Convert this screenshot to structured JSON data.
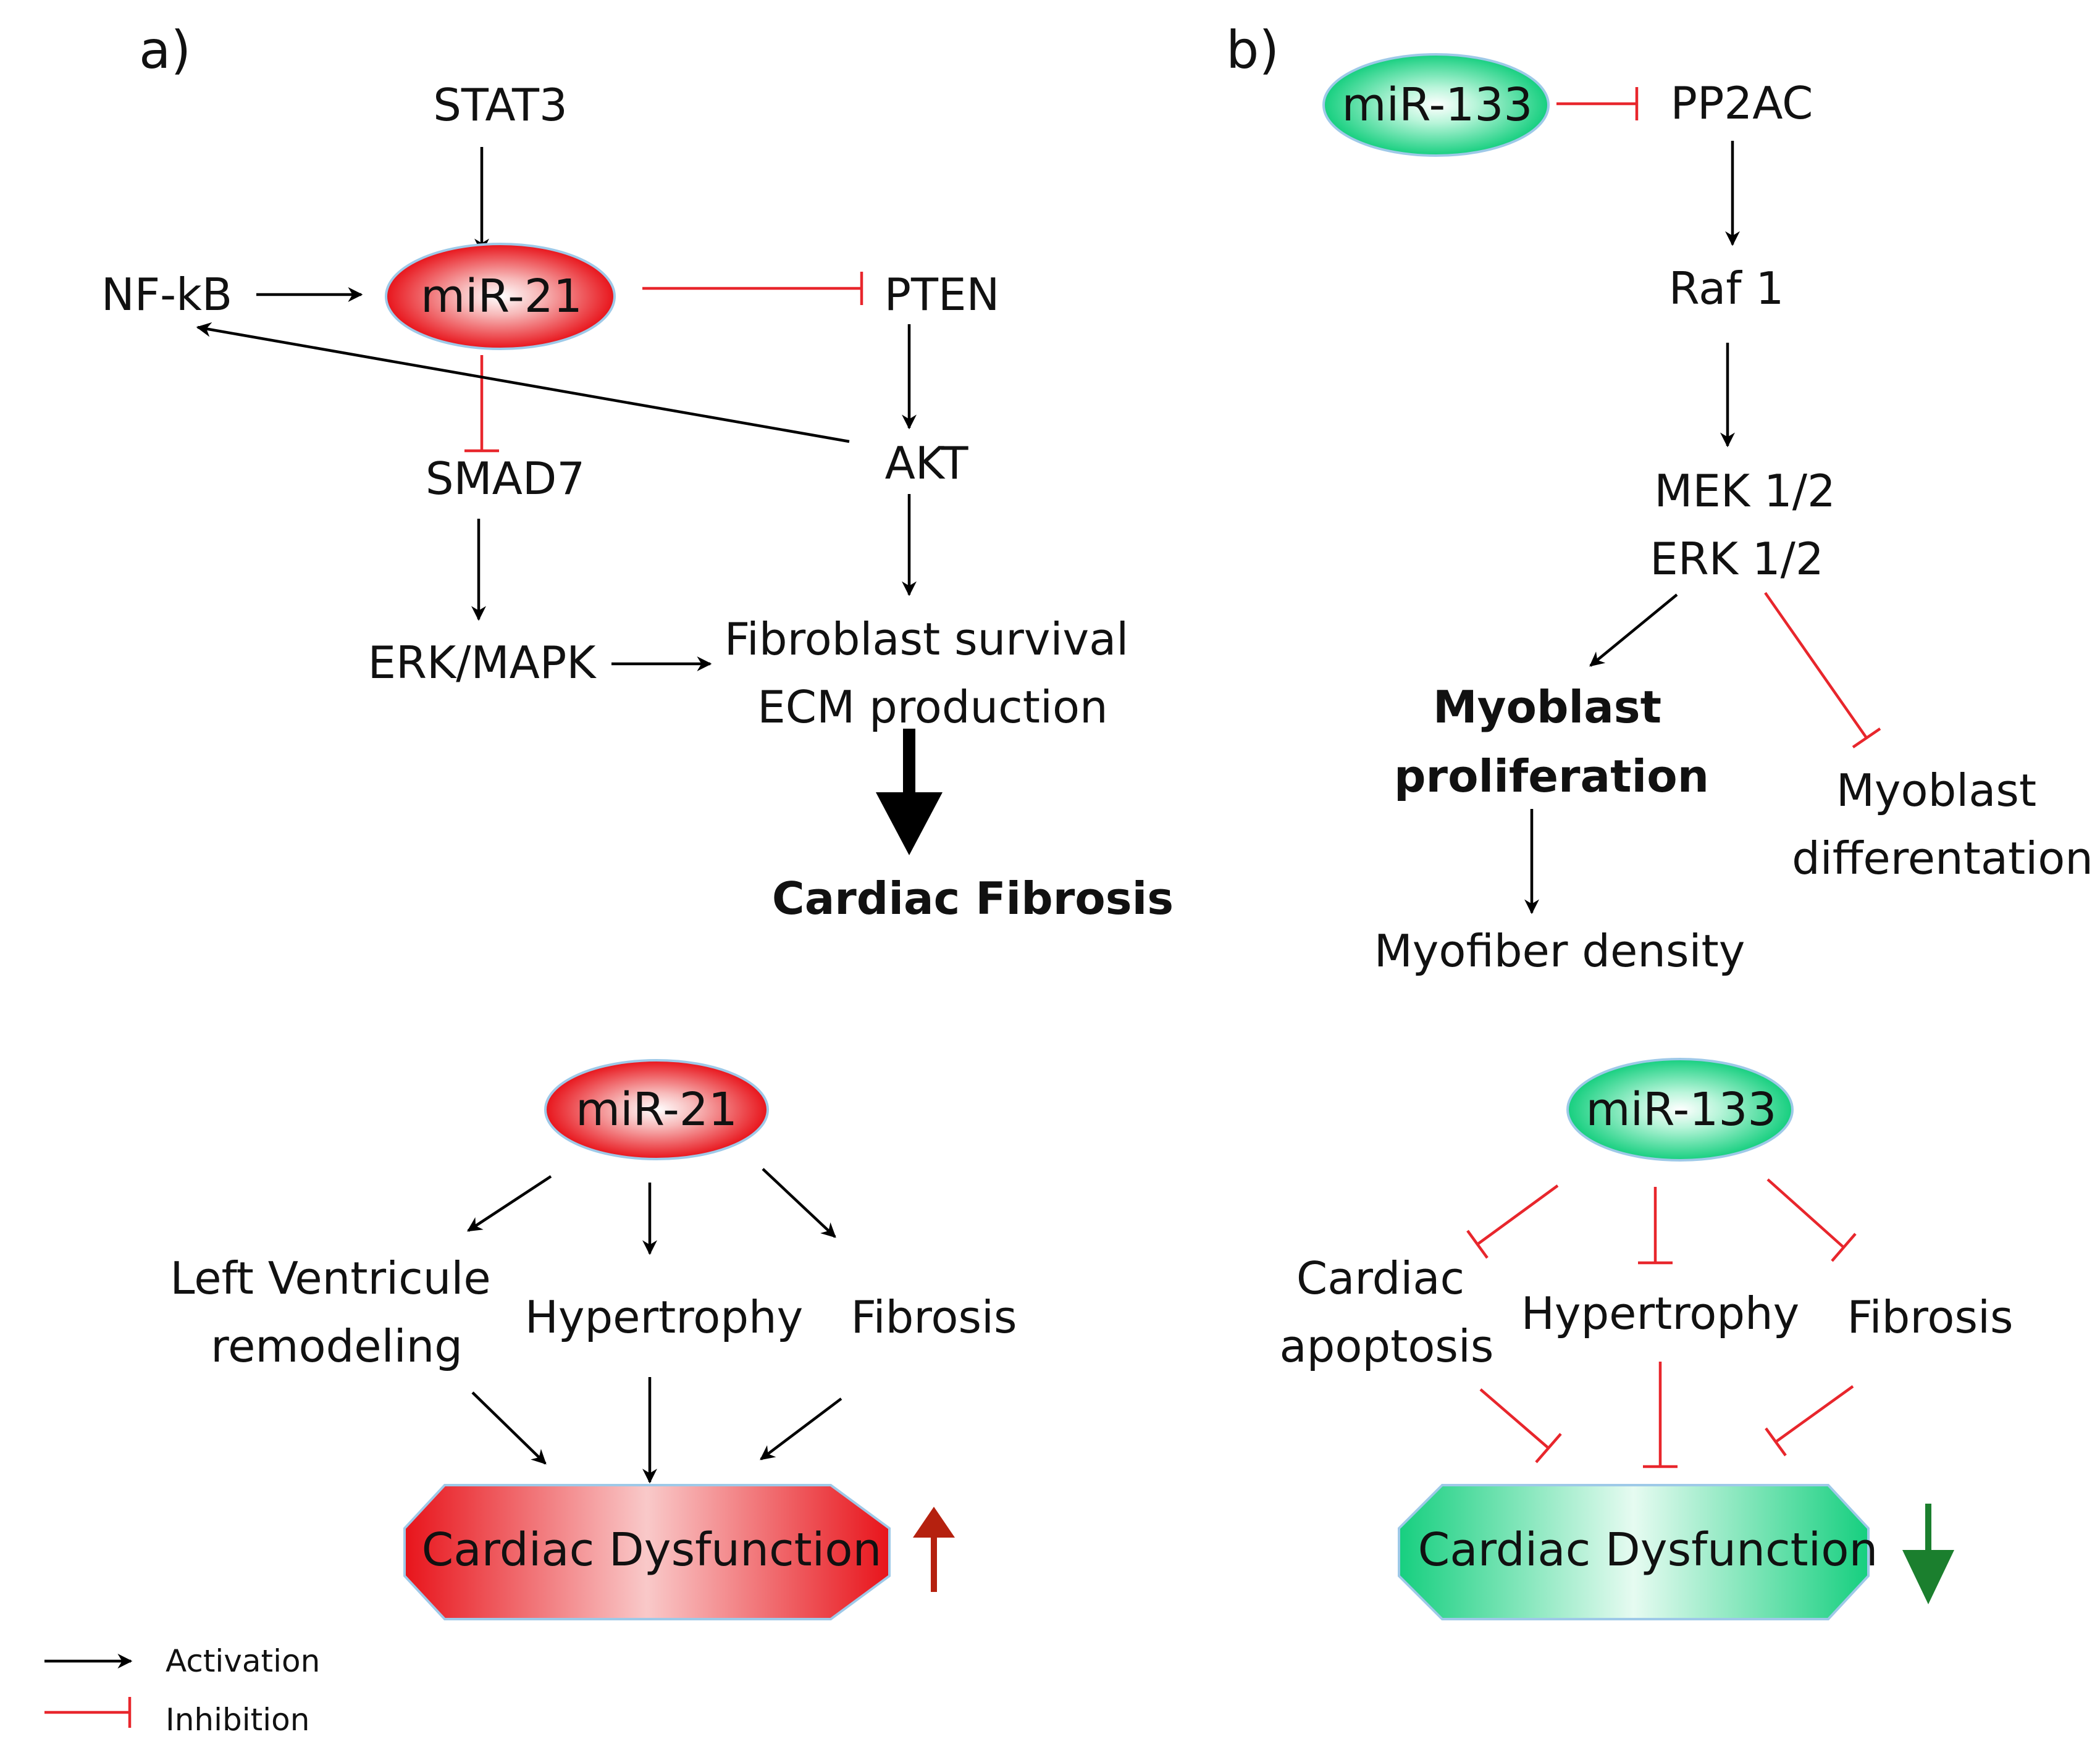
{
  "panel_a": {
    "label": "a)",
    "stat3": "STAT3",
    "nfkb": "NF-kB",
    "mir21": "miR-21",
    "pten": "PTEN",
    "smad7": "SMAD7",
    "akt": "AKT",
    "erk_mapk": "ERK/MAPK",
    "fibroblast_survival": "Fibroblast survival",
    "ecm_production": "ECM production",
    "cardiac_fibrosis": "Cardiac Fibrosis",
    "mir21_bottom": "miR-21",
    "lv_line1": "Left Ventricule",
    "lv_line2": "remodeling",
    "hypertrophy": "Hypertrophy",
    "fibrosis": "Fibrosis",
    "cardiac_dysfunction": "Cardiac Dysfunction"
  },
  "panel_b": {
    "label": "b)",
    "mir133": "miR-133",
    "pp2ac": "PP2AC",
    "raf1": "Raf 1",
    "mek": "MEK 1/2",
    "erk": "ERK 1/2",
    "myoblast_prolif_1": "Myoblast",
    "myoblast_prolif_2": "proliferation",
    "myoblast_diff_1": "Myoblast",
    "myoblast_diff_2": "differentation",
    "myofiber_density": "Myofiber density",
    "mir133_bottom": "miR-133",
    "apoptosis_1": "Cardiac",
    "apoptosis_2": "apoptosis",
    "hypertrophy": "Hypertrophy",
    "fibrosis": "Fibrosis",
    "cardiac_dysfunction": "Cardiac Dysfunction"
  },
  "legend": {
    "activation": "Activation",
    "inhibition": "Inhibition"
  },
  "colors": {
    "mir21": "#e8262c",
    "mir133": "#1fd184",
    "inhibition": "#e8262c",
    "activation": "#000000",
    "up_arrow": "#b5210f",
    "down_arrow": "#1b7f2e"
  }
}
